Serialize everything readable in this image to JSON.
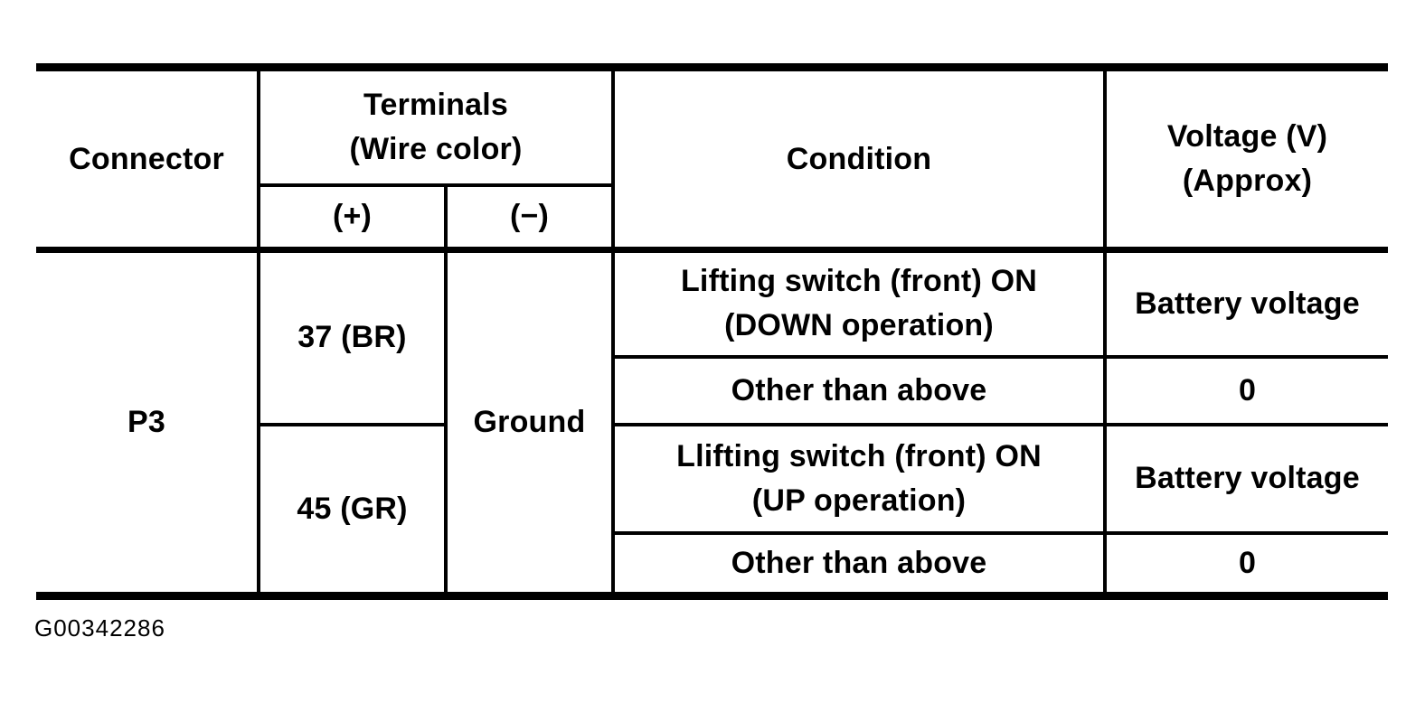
{
  "page": {
    "background_color": "#ffffff",
    "ink_color": "#000000"
  },
  "table": {
    "header": {
      "connector": "Connector",
      "terminals": "Terminals\n(Wire color)",
      "plus": "(+)",
      "minus": "(−)",
      "condition": "Condition",
      "voltage": "Voltage (V)\n(Approx)"
    },
    "body": {
      "connector": "P3",
      "ground": "Ground",
      "rows": [
        {
          "terminal": "37 (BR)",
          "condition": "Lifting switch (front) ON\n(DOWN operation)",
          "voltage": "Battery voltage"
        },
        {
          "condition": "Other than above",
          "voltage": "0"
        },
        {
          "terminal": "45 (GR)",
          "condition": "Llifting switch (front) ON\n(UP operation)",
          "voltage": "Battery voltage"
        },
        {
          "condition": "Other than above",
          "voltage": "0"
        }
      ]
    }
  },
  "figure_label": "G00342286"
}
